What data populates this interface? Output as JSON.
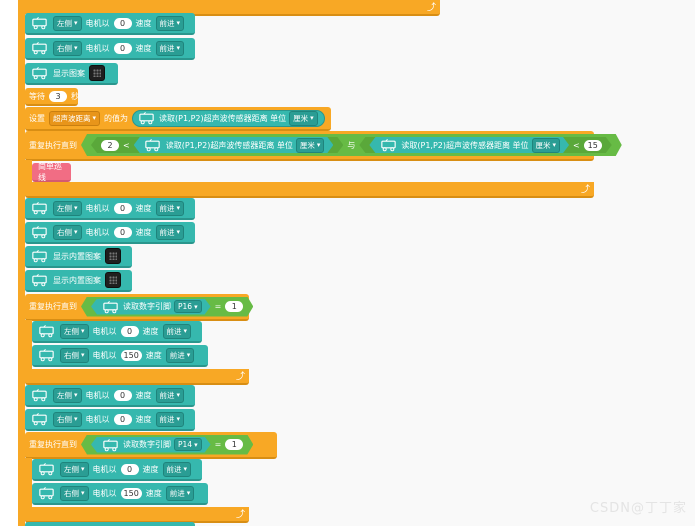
{
  "labels": {
    "left": "左侧",
    "right": "右侧",
    "motor": "电机以",
    "speed": "速度",
    "forward": "前进",
    "show_pattern": "显示图案",
    "show_builtin_pattern": "显示内置图案",
    "wait": "等待",
    "seconds": "秒",
    "set": "设置",
    "var_ultrasonic": "超声波距离",
    "value_is": "的值为",
    "read_ultrasonic": "读取(P1,P2)超声波传感器距离 单位",
    "unit_cm": "厘米",
    "repeat_until": "重复执行直到",
    "less_than": "<",
    "and": "与",
    "equals": "=",
    "simple_line": "简单巡线",
    "read_digital_pin": "读取数字引脚",
    "pin_p16": "P16",
    "pin_p14": "P14"
  },
  "values": {
    "zero": "0",
    "wait_seconds": "3",
    "distance_min": "2",
    "distance_max": "15",
    "pin_value": "1",
    "speed_150": "150"
  },
  "watermark": "CSDN@丁丁家",
  "colors": {
    "motion": "#36b8ae",
    "control": "#f8a825",
    "logic": "#67bb45",
    "custom": "#f16d84"
  }
}
